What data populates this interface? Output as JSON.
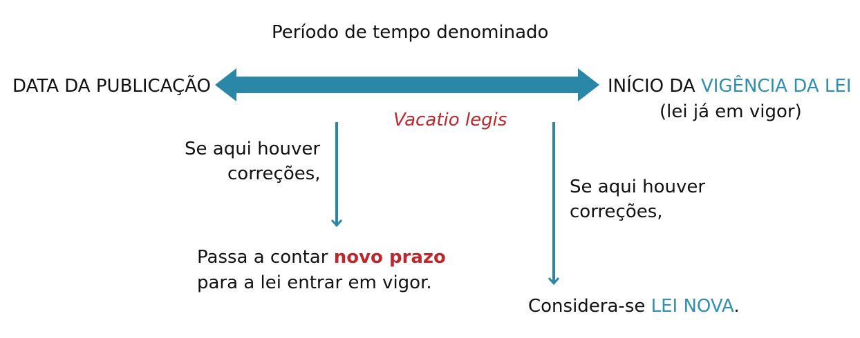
{
  "header": {
    "period_label": "Período de tempo denominado"
  },
  "timeline": {
    "start_label": "DATA DA PUBLICAÇÃO",
    "end_label_prefix": "INÍCIO DA ",
    "end_label_highlight": "VIGÊNCIA DA LEI",
    "end_sublabel": "(lei já em vigor)",
    "term_label": "Vacatio legis"
  },
  "left_branch": {
    "condition_line1": "Se aqui houver",
    "condition_line2": "correções,",
    "result_line1_prefix": "Passa a contar ",
    "result_line1_highlight": "novo prazo",
    "result_line2": "para a lei entrar em vigor."
  },
  "right_branch": {
    "condition_line1": "Se aqui houver",
    "condition_line2": "correções,",
    "result_prefix": "Considera-se ",
    "result_highlight": "LEI NOVA",
    "result_suffix": "."
  },
  "colors": {
    "arrow": "#2a87a8",
    "accent_blue": "#2f8fb0",
    "accent_red": "#c0262b",
    "text": "#111111"
  }
}
